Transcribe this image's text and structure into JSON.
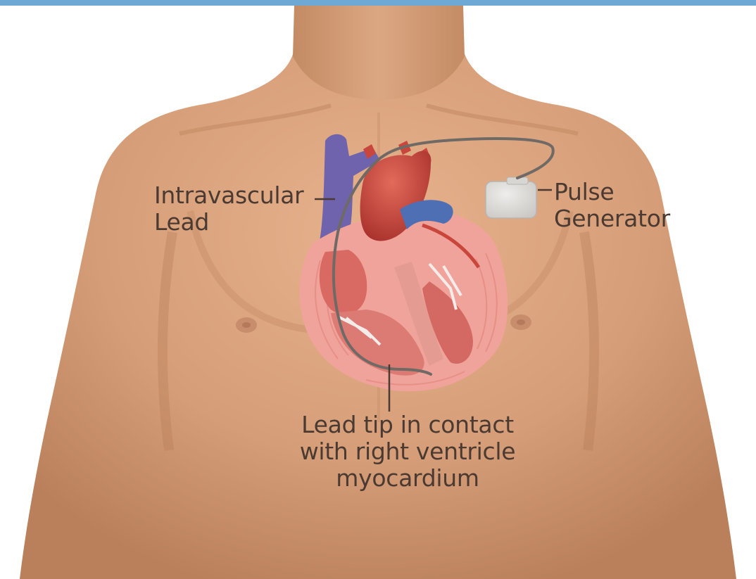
{
  "colors": {
    "top_band": "#6ea9d6",
    "skin": "#d9a079",
    "skin_shadow": "#b97a55",
    "vein": "#6f63ad",
    "heart_red": "#c9463d",
    "myocardium_pink": "#f0a39a",
    "aorta_blue": "#4f6fb5",
    "generator_gray": "#d8d6d3",
    "lead_wire": "#6f6a66",
    "label_text": "#4a3a31"
  },
  "labels": {
    "intravascular_lead": [
      "Intravascular",
      "Lead"
    ],
    "pulse_generator": [
      "Pulse",
      "Generator"
    ],
    "lead_tip": [
      "Lead tip in contact",
      "with right ventricle",
      "myocardium"
    ]
  }
}
